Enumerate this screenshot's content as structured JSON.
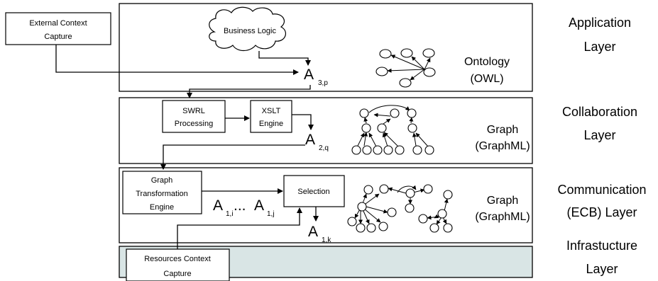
{
  "layers": [
    {
      "title_line1": "Application",
      "title_line2": "Layer"
    },
    {
      "title_line1": "Collaboration",
      "title_line2": "Layer"
    },
    {
      "title_line1": "Communication",
      "title_line2": "(ECB) Layer"
    },
    {
      "title_line1": "Infrastucture",
      "title_line2": "Layer"
    }
  ],
  "boxes": {
    "external_context": {
      "line1": "External Context",
      "line2": "Capture"
    },
    "business_logic": "Business Logic",
    "swrl": {
      "line1": "SWRL",
      "line2": "Processing"
    },
    "xslt": {
      "line1": "XSLT",
      "line2": "Engine"
    },
    "graph_transformation": {
      "line1": "Graph",
      "line2": "Transformation",
      "line3": "Engine"
    },
    "selection": "Selection",
    "resources_context": {
      "line1": "Resources Context",
      "line2": "Capture"
    }
  },
  "models": [
    {
      "line1": "Ontology",
      "line2": "(OWL)"
    },
    {
      "line1": "Graph",
      "line2": "(GraphML)"
    },
    {
      "line1": "Graph",
      "line2": "(GraphML)"
    }
  ],
  "agents": {
    "a3p": {
      "main": "A",
      "sub": "3,p"
    },
    "a2q": {
      "main": "A",
      "sub": "2,q"
    },
    "a1i": {
      "main": "A",
      "sub": "1,i"
    },
    "dots": "...",
    "a1j": {
      "main": "A",
      "sub": "1,j"
    },
    "a1k": {
      "main": "A",
      "sub": "1,k"
    }
  }
}
